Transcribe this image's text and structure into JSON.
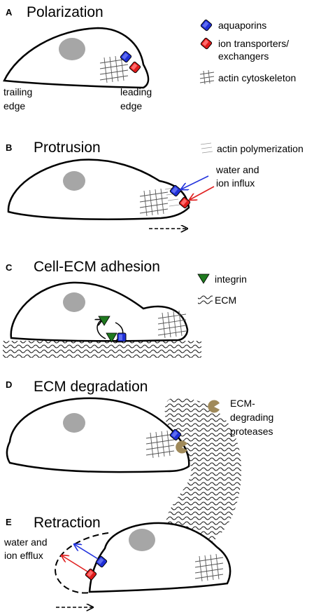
{
  "panels": [
    {
      "letter": "A",
      "title": "Polarization"
    },
    {
      "letter": "B",
      "title": "Protrusion"
    },
    {
      "letter": "C",
      "title": "Cell-ECM adhesion"
    },
    {
      "letter": "D",
      "title": "ECM degradation"
    },
    {
      "letter": "E",
      "title": "Retraction"
    }
  ],
  "legend": {
    "aquaporins": "aquaporins",
    "ion_transporters_1": "ion transporters/",
    "ion_transporters_2": "exchangers",
    "actin_cytoskeleton": "actin cytoskeleton",
    "actin_polymerization": "actin polymerization",
    "integrin": "integrin",
    "ecm": "ECM",
    "proteases_1": "ECM-",
    "proteases_2": "degrading",
    "proteases_3": "proteases"
  },
  "labels": {
    "trailing_1": "trailing",
    "trailing_2": "edge",
    "leading_1": "leading",
    "leading_2": "edge",
    "influx_1": "water and",
    "influx_2": "ion influx",
    "efflux_1": "water and",
    "efflux_2": "ion efflux"
  },
  "colors": {
    "aquaporin": "#1f2fd6",
    "ion_transporter": "#e01b1b",
    "integrin": "#1f7a1f",
    "protease": "#a08a5a",
    "nucleus": "#a6a6a6",
    "arrow_blue": "#2233dd",
    "arrow_red": "#e02020"
  }
}
